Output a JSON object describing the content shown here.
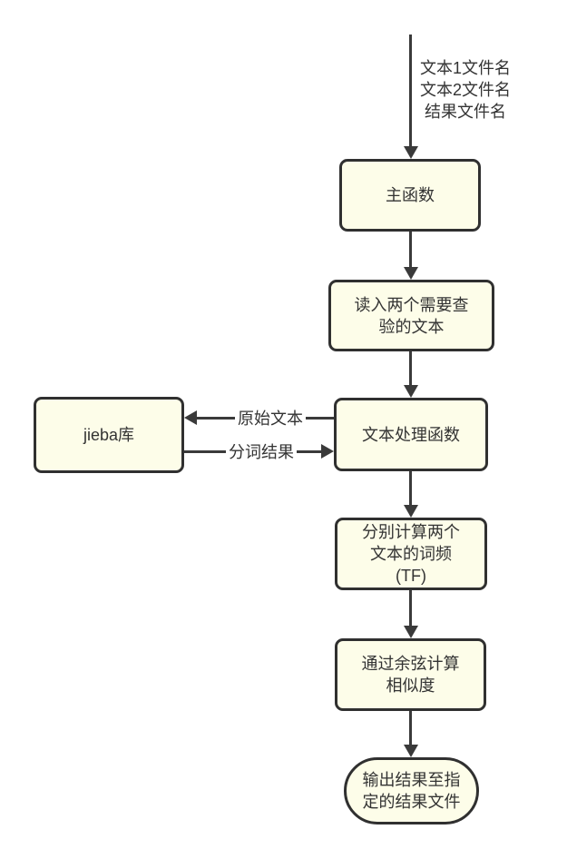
{
  "diagram": {
    "type": "flowchart",
    "background": "#ffffff",
    "colors": {
      "node_fill": "#FDFDE9",
      "node_border": "#303030",
      "text": "#333333",
      "line": "#3A3A3A"
    },
    "input_annotation": "文本1文件名\n文本2文件名\n结果文件名",
    "nodes": {
      "main": {
        "label": "主函数",
        "shape": "process"
      },
      "read": {
        "label": "读入两个需要查\n验的文本",
        "shape": "process"
      },
      "process": {
        "label": "文本处理函数",
        "shape": "process"
      },
      "jieba": {
        "label": "jieba库",
        "shape": "process"
      },
      "tf": {
        "label": "分别计算两个\n文本的词频\n(TF)",
        "shape": "process"
      },
      "cosine": {
        "label": "通过余弦计算\n相似度",
        "shape": "process"
      },
      "output": {
        "label": "输出结果至指\n定的结果文件",
        "shape": "terminal"
      }
    },
    "edges": {
      "to_jieba_label": "原始文本",
      "from_jieba_label": "分词结果"
    }
  }
}
